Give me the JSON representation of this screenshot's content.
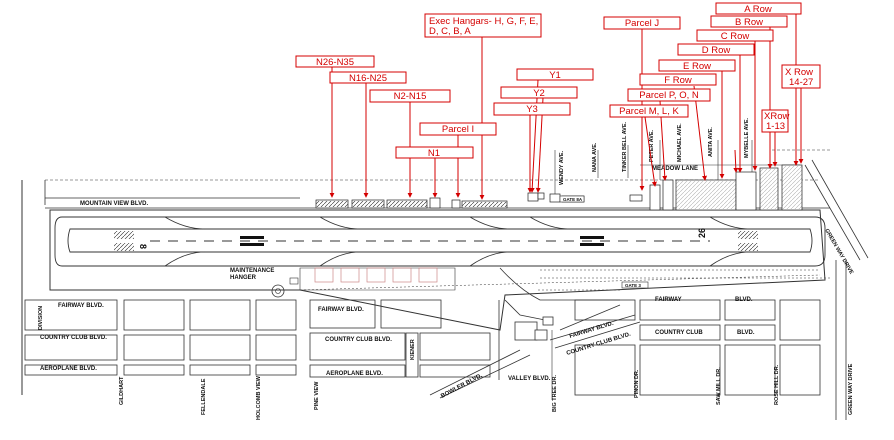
{
  "streets": {
    "mountain_view": "MOUNTAIN VIEW BLVD.",
    "fairway_left": "FAIRWAY BLVD.",
    "fairway_mid": "FAIRWAY BLVD.",
    "fairway_right": "FAIRWAY",
    "fairway_far": "BLVD.",
    "country_club_left": "COUNTRY CLUB BLVD.",
    "country_club_mid": "COUNTRY CLUB BLVD.",
    "country_club_diag": "COUNTRY CLUB BLVD.",
    "country_club_right": "COUNTRY CLUB",
    "country_club_far": "BLVD.",
    "aeroplane_left": "AEROPLANE BLVD.",
    "aeroplane_mid": "AEROPLANE BLVD.",
    "fairway_diag": "FAIRWAY BLVD.",
    "meadow_lane": "MEADOW LANE",
    "division": "DIVISION",
    "green_way_top": "GREEN WAY DRIVE",
    "green_way_bottom": "GREEN WAY DRIVE",
    "bowler": "BOWLER BLVD.",
    "valley": "VALLEY BLVD.",
    "wendy": "WENDY AVE.",
    "nana": "NANA AVE.",
    "tinker_bell": "TINKER BELL AVE.",
    "peter": "PETER AVE.",
    "michael": "MICHAEL AVE.",
    "anita": "ANITA AVE.",
    "mybelle": "MYBELLE AVE.",
    "kiener": "KIENER",
    "gildhart": "GILDHART",
    "ellendale": "FELLENDALE",
    "holcomb": "HOLCOMB VIEW",
    "pine_view": "PINE VIEW",
    "big_tree": "BIG TREE DR.",
    "pinon": "PINON DR.",
    "saw_mill": "SAW MILL DR.",
    "rose_hill": "ROSE HILL DR."
  },
  "facility": {
    "maintenance_line1": "MAINTENANCE",
    "maintenance_line2": "HANGER",
    "gate_8a": "GATE 8A",
    "gate_3": "GATE 3",
    "runway_left": "8",
    "runway_right": "26"
  },
  "labels": {
    "n26": "N26-N35",
    "n16": "N16-N25",
    "n2": "N2-N15",
    "parcel_i": "Parcel I",
    "n1": "N1",
    "exec_line1": "Exec Hangars- H, G, F, E,",
    "exec_line2": "D, C, B, A",
    "y1": "Y1",
    "y2": "Y2",
    "y3": "Y3",
    "parcel_j": "Parcel J",
    "parcel_pon": "Parcel P, O, N",
    "parcel_mlk": "Parcel M, L, K",
    "a_row": "A Row",
    "b_row": "B Row",
    "c_row": "C Row",
    "d_row": "D Row",
    "e_row": "E Row",
    "f_row": "F Row",
    "x_row_27_line1": "X Row",
    "x_row_27_line2": "14-27",
    "x_row_13_line1": "XRow",
    "x_row_13_line2": "1-13"
  },
  "colors": {
    "label_red": "#d40000",
    "ink": "#222222"
  }
}
